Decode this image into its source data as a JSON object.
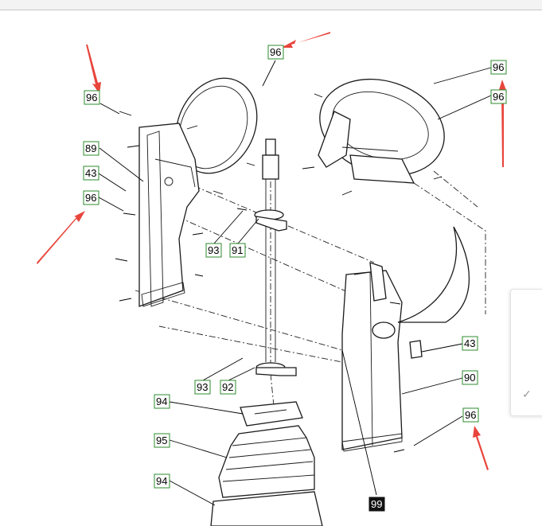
{
  "callouts": [
    {
      "id": "c96a",
      "label": "96",
      "dark": false
    },
    {
      "id": "c96b",
      "label": "96",
      "dark": false
    },
    {
      "id": "c96c",
      "label": "96",
      "dark": false
    },
    {
      "id": "c96d",
      "label": "96",
      "dark": false
    },
    {
      "id": "c96e",
      "label": "96",
      "dark": false
    },
    {
      "id": "c96f",
      "label": "96",
      "dark": false
    },
    {
      "id": "c89",
      "label": "89",
      "dark": false
    },
    {
      "id": "c43a",
      "label": "43",
      "dark": false
    },
    {
      "id": "c43b",
      "label": "43",
      "dark": false
    },
    {
      "id": "c93a",
      "label": "93",
      "dark": false
    },
    {
      "id": "c91",
      "label": "91",
      "dark": false
    },
    {
      "id": "c93b",
      "label": "93",
      "dark": false
    },
    {
      "id": "c92",
      "label": "92",
      "dark": false
    },
    {
      "id": "c94a",
      "label": "94",
      "dark": false
    },
    {
      "id": "c95",
      "label": "95",
      "dark": false
    },
    {
      "id": "c94b",
      "label": "94",
      "dark": false
    },
    {
      "id": "c90",
      "label": "90",
      "dark": false
    },
    {
      "id": "c99",
      "label": "99",
      "dark": true
    }
  ],
  "annotation_color": "#e8453c",
  "callout_border_color": "#2e8b2e",
  "side_panel": {
    "icon": "check-icon",
    "glyph": "✓"
  }
}
